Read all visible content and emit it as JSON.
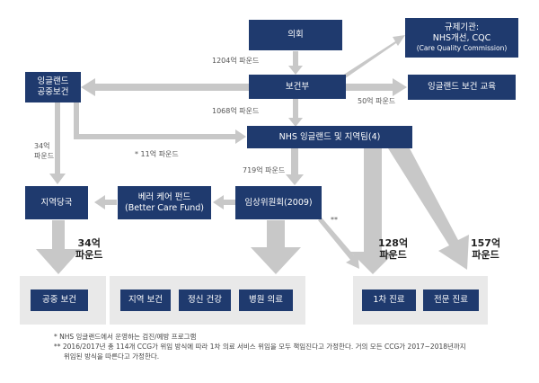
{
  "nodes": {
    "council": "의회",
    "regulator": [
      "규제기관:",
      "NHS개선, CQC",
      "(Care Quality Commission)"
    ],
    "england_ph": [
      "잉글랜드",
      "공중보건"
    ],
    "dh": "보건부",
    "hee": "잉글랜드 보건 교육",
    "nhs_england": "NHS 잉글랜드 및 지역팀(4)",
    "local_auth": "지역당국",
    "bcf": [
      "베러 케어 펀드",
      "(Better Care Fund)"
    ],
    "ccg": "임상위원회(2009)",
    "public_health": "공중 보건",
    "community_health": "지역 보건",
    "mental_health": "정신 건강",
    "hospital": "병원 의료",
    "primary_care": "1차 진료",
    "specialist_care": "전문 진료"
  },
  "labels": {
    "l1204": "1204억 파운드",
    "l50": "50억 파운드",
    "l1068": "1068억 파운드",
    "l34_small": [
      "34억",
      "파운드"
    ],
    "l11": "* 11억 파운드",
    "l719": "719억 파운드",
    "l_dstar": "**",
    "l34_big": [
      "34억",
      "파운드"
    ],
    "l128": [
      "128억",
      "파운드"
    ],
    "l157": [
      "157억",
      "파운드"
    ]
  },
  "notes": [
    "*  NHS 잉글랜드에서 운영하는 검진/예방 프로그램",
    "**  2016/2017년 총 114개 CCG가 위임 방식에 따라 1차 의료 서비스 위임을 모두 책임진다고 가정한다. 거의 모든 CCG가 2017~2018년까지",
    "위임된 방식을 따른다고 가정한다."
  ],
  "colors": {
    "node": "#1f3a6e",
    "arrow": "#c8c8c8",
    "group_bg": "#e9e9e9"
  }
}
